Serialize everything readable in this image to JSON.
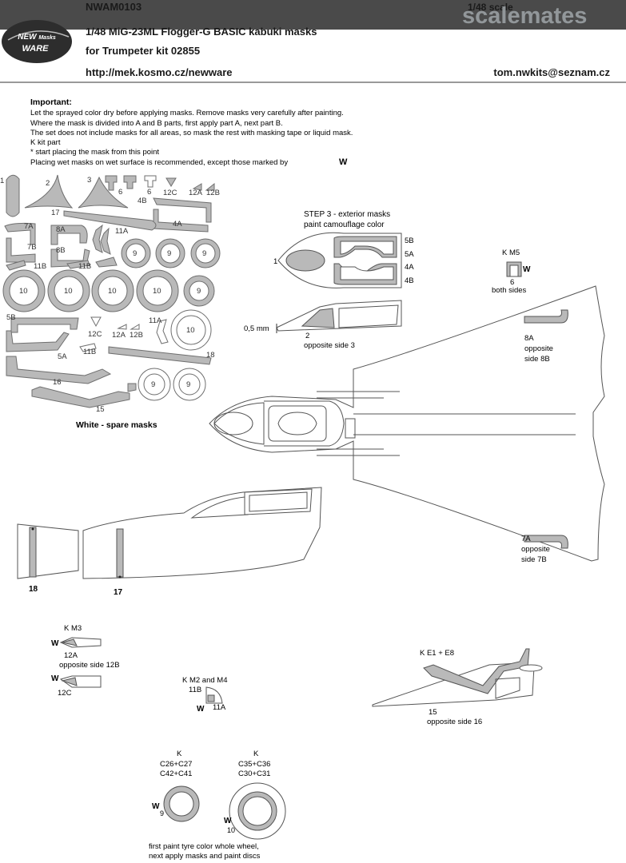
{
  "header": {
    "code": "NWAM0103",
    "scale": "1/48 scale",
    "title": "1/48 MiG-23ML Flogger-G BASIC kabuki masks",
    "subtitle": "for Trumpeter kit 02855",
    "website": "http://mek.kosmo.cz/newware",
    "email": "tom.nwkits@seznam.cz",
    "brand_logo_text": "scalemates",
    "new_ware_logo": "NEW Masks WARE"
  },
  "instructions": {
    "heading": "Important:",
    "lines": [
      "Let the sprayed color dry before applying masks. Remove masks very carefully after painting.",
      "Where the mask is divided into A and B parts, first apply part A, next part B.",
      "The set does not include masks for all areas, so mask the rest with masking tape or liquid mask.",
      "K kit part",
      "*  start placing the mask from this point",
      "Placing wet masks on wet surface is recommended, except those marked by "
    ],
    "w_mark": "W"
  },
  "sheet": {
    "caption": "White - spare masks",
    "labels": [
      "1",
      "2",
      "3",
      "6",
      "6",
      "4B",
      "12C",
      "12A",
      "12B",
      "17",
      "4A",
      "7A",
      "8A",
      "11A",
      "7B",
      "8B",
      "9",
      "9",
      "9",
      "11B",
      "11B",
      "10",
      "10",
      "10",
      "10",
      "9",
      "5B",
      "12C",
      "11A",
      "12A",
      "12B",
      "10",
      "11B",
      "5A",
      "18",
      "16",
      "15",
      "9",
      "9"
    ]
  },
  "step3": {
    "title": "STEP 3 - exterior masks",
    "subtitle": "paint camouflage color",
    "labels": [
      "5B",
      "5A",
      "4A",
      "4B",
      "1"
    ],
    "dimension": "0,5 mm",
    "side_label_1": "2",
    "side_label_2": "opposite side 3"
  },
  "km5": {
    "title": "K M5",
    "num": "6",
    "w": "W",
    "note": "both sides"
  },
  "top_view": {
    "label_8a": "8A",
    "opp_8": "opposite",
    "opp_8b": "side 8B",
    "label_7a": "7A",
    "opp_7": "opposite",
    "opp_7b": "side 7B"
  },
  "fuselage": {
    "label_18": "18",
    "label_17": "17"
  },
  "km3": {
    "title": "K M3",
    "w1": "W",
    "n1": "12A",
    "note": "opposite side 12B",
    "w2": "W",
    "n2": "12C"
  },
  "km2": {
    "title": "K M2 and M4",
    "n1": "11B",
    "w": "W",
    "n2": "11A"
  },
  "ke1": {
    "title": "K E1 + E8",
    "n1": "15",
    "note": "opposite side 16"
  },
  "wheels": {
    "k1": "K",
    "parts1a": "C26+C27",
    "parts1b": "C42+C41",
    "w1": "W",
    "n1": "9",
    "k2": "K",
    "parts2a": "C35+C36",
    "parts2b": "C30+C31",
    "w2": "W",
    "n2": "10",
    "note1": "first paint tyre color whole wheel,",
    "note2": "next apply masks and paint discs"
  },
  "colors": {
    "mask": "#b9b9b9",
    "mask_stroke": "#6f6f6f",
    "topbar": "#4a4a4a",
    "scalemates": "#9aa0a3"
  }
}
